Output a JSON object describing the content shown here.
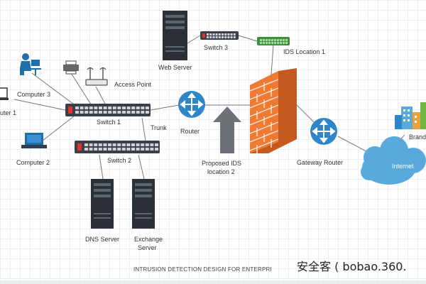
{
  "diagram": {
    "labels": {
      "computer_1": "uter 1",
      "computer_3": "Computer 3",
      "computer_2": "Computer 2",
      "access_point": "Access Point",
      "switch_1": "Switch 1",
      "switch_2": "Switch 2",
      "switch_3": "Switch 3",
      "trunk": "Trunk",
      "web_server": "Web Server",
      "ids_location_1": "IDS Location 1",
      "router": "Router",
      "proposed_ids_line1": "Proposed IDS",
      "proposed_ids_line2": "location 2",
      "gateway_router": "Gateway Router",
      "internet": "Internet",
      "branch": "Brand",
      "dns_server": "DNS Server",
      "exchange_line1": "Exchange",
      "exchange_line2": "Server"
    },
    "caption": "INTRUSION DETECTION DESIGN FOR ENTERPRI",
    "watermark": "安全客 ( bobao.360."
  },
  "colors": {
    "firewall": "#f07a32",
    "router": "#2e86c8",
    "cloud": "#5aa9dc",
    "switch": "#3a3f4a",
    "switch_green": "#3d8f3a",
    "arrow": "#6c7277"
  }
}
